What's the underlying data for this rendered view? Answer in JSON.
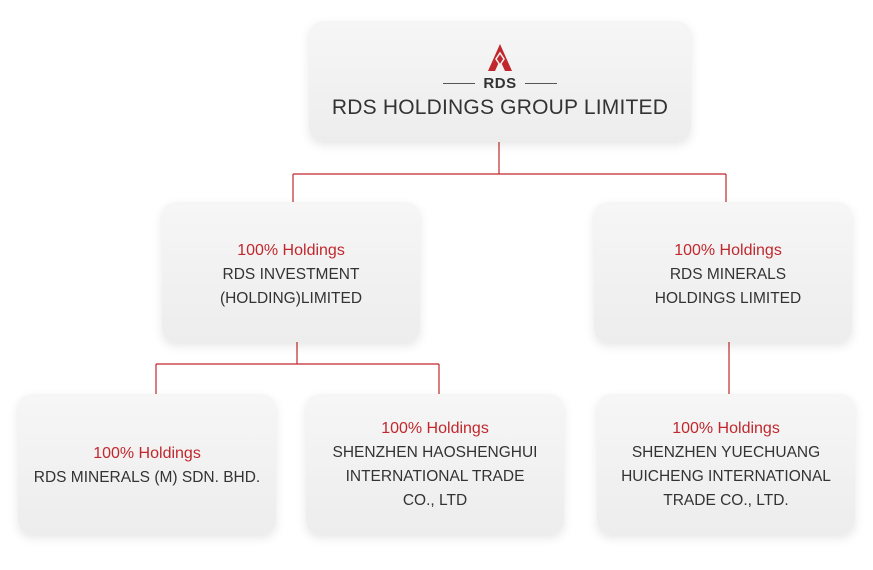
{
  "root": {
    "logo_text": "RDS",
    "title": "RDS HOLDINGS GROUP LIMITED"
  },
  "level1": [
    {
      "holding": "100% Holdings",
      "name": "RDS INVESTMENT\n(HOLDING)LIMITED"
    },
    {
      "holding": "100% Holdings",
      "name": "RDS MINERALS\nHOLDINGS LIMITED"
    }
  ],
  "level2": [
    {
      "holding": "100% Holdings",
      "name": "RDS MINERALS (M) SDN. BHD."
    },
    {
      "holding": "100% Holdings",
      "name": "SHENZHEN HAOSHENGHUI\nINTERNATIONAL TRADE\nCO., LTD"
    },
    {
      "holding": "100% Holdings",
      "name": "SHENZHEN YUECHUANG\nHUICHENG INTERNATIONAL\nTRADE CO., LTD."
    }
  ],
  "colors": {
    "accent": "#c0282d",
    "text": "#333333",
    "box": "#efefef"
  }
}
